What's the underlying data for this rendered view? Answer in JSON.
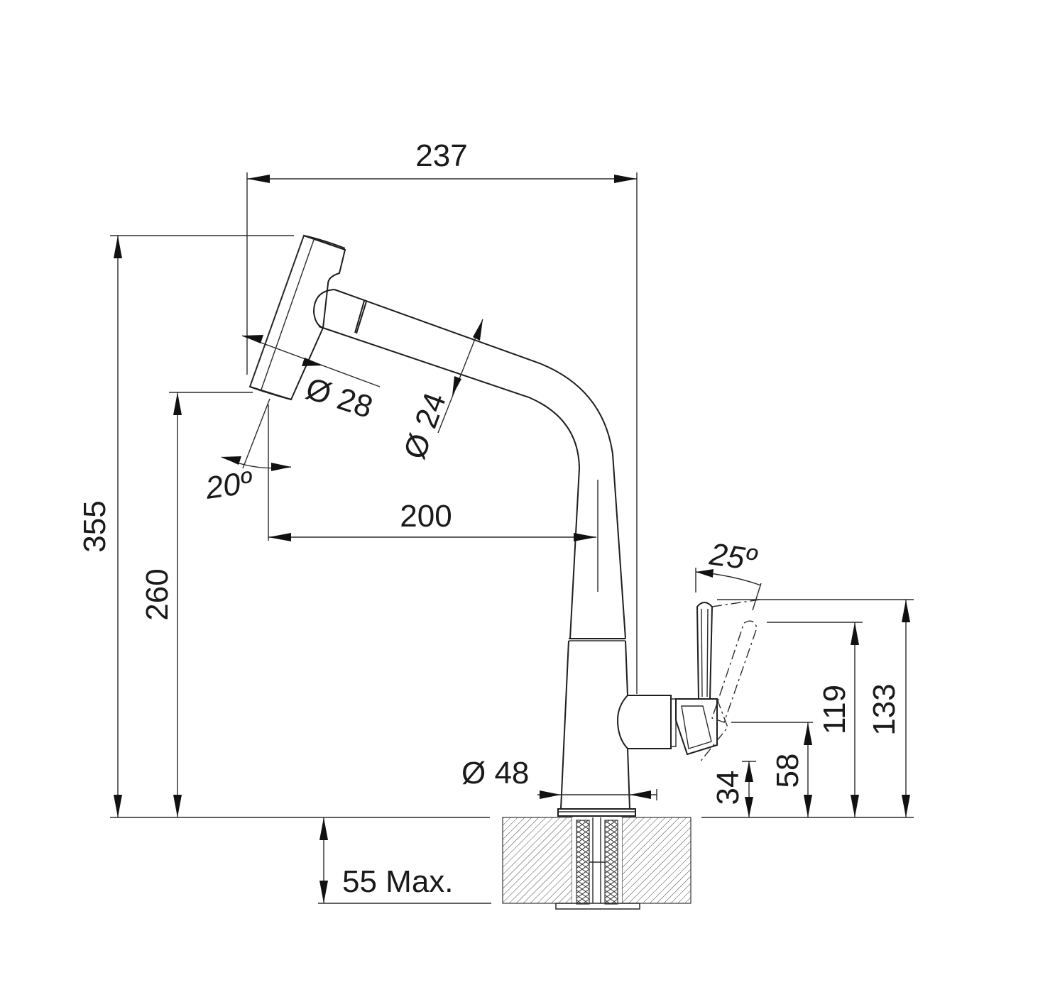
{
  "dimensions": {
    "overall_reach": "237",
    "overall_height": "355",
    "spout_height": "260",
    "spout_projection": "200",
    "head_diameter": "Ø 28",
    "hose_diameter": "Ø 24",
    "head_angle": "20º",
    "lever_angle": "25º",
    "base_diameter": "Ø 48",
    "lever_height_133": "133",
    "lever_height_119": "119",
    "lever_body_58": "58",
    "lever_body_34": "34",
    "deck_thickness": "55 Max."
  },
  "colors": {
    "line": "#2b2b2b",
    "background": "#ffffff"
  }
}
